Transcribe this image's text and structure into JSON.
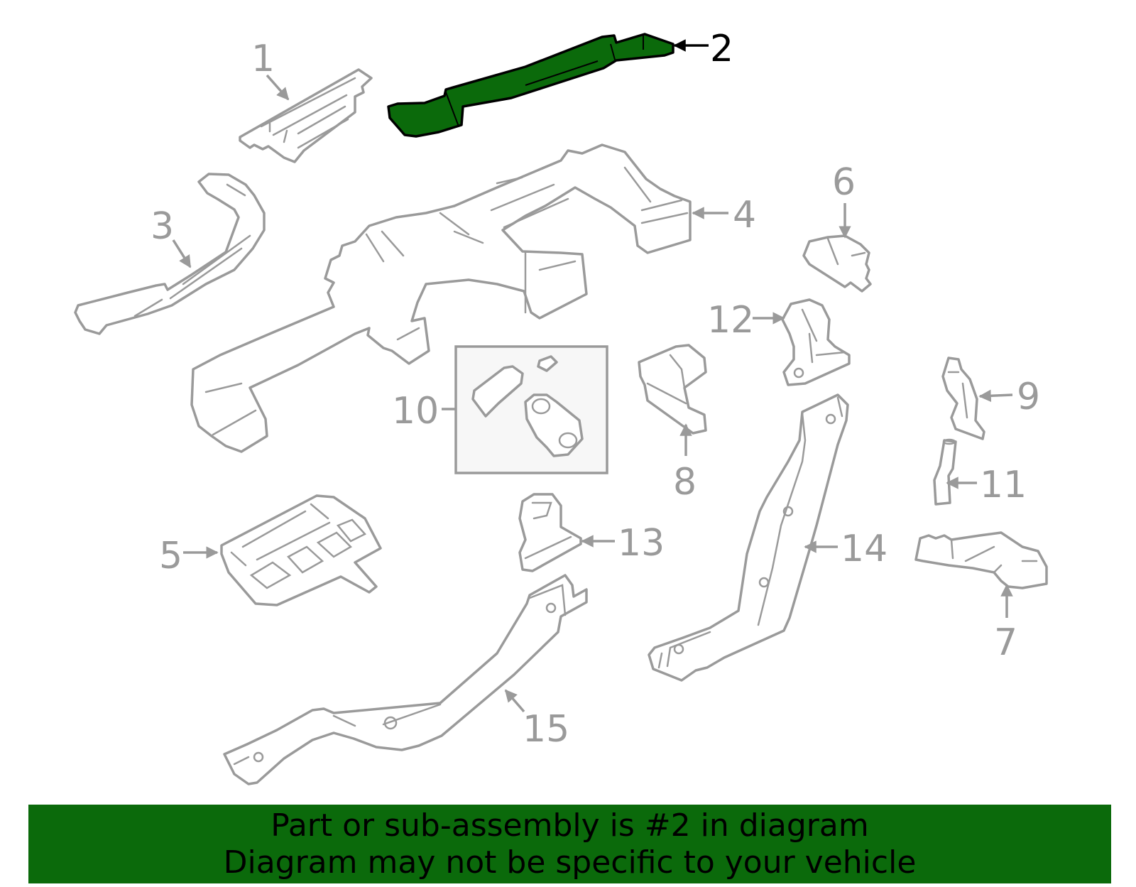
{
  "colors": {
    "highlight": "#0b6a0b",
    "parts": "#9a9a9a",
    "banner": "#0b6a0b",
    "banner_text": "#000000"
  },
  "callouts": {
    "c1": "1",
    "c2": "2",
    "c3": "3",
    "c4": "4",
    "c5": "5",
    "c6": "6",
    "c7": "7",
    "c8": "8",
    "c9": "9",
    "c10": "10",
    "c11": "11",
    "c12": "12",
    "c13": "13",
    "c14": "14",
    "c15": "15"
  },
  "highlighted_part": "2",
  "banner": {
    "line1": "Part or sub-assembly is #2 in diagram",
    "line2": "Diagram may not be specific to your vehicle"
  }
}
